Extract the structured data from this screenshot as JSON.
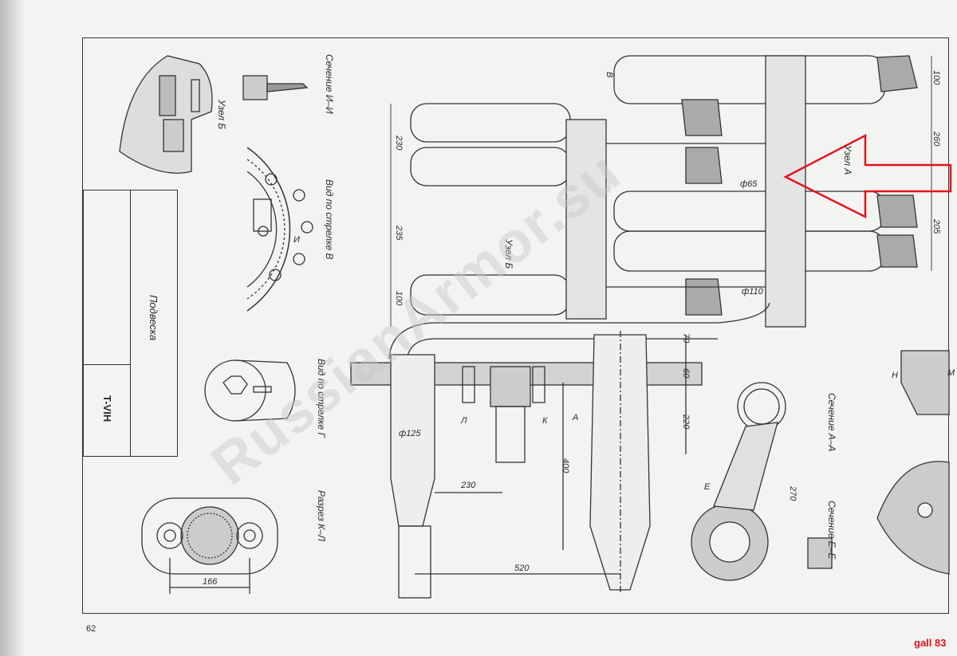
{
  "title_block": {
    "title": "Подвеска",
    "model": "T-VIH"
  },
  "views": {
    "section_i": "Сечение И–И",
    "node_b_top": "Узел Б",
    "view_arrow_v": "Вид по стрелке В",
    "view_arrow_g": "Вид по стрелке Г",
    "cut_k_l": "Разрез К–Л",
    "section_a": "Сечение А–А",
    "section_e": "Сечение Е–Е",
    "node_a": "Узел А",
    "node_b_mid": "Узел Б"
  },
  "dimensions": {
    "d166": "166",
    "d230": "230",
    "d520": "520",
    "phi125": "ф125",
    "d400": "400",
    "d70": "70",
    "d60": "60",
    "d220": "220",
    "phi65": "ф65",
    "phi110": "ф110",
    "d231": "230",
    "d235": "235",
    "d100_left": "100",
    "d100_right": "100",
    "d260": "260",
    "d205": "205",
    "d270": "270"
  },
  "markers": {
    "b": "В",
    "a": "А",
    "k": "К",
    "l": "Л",
    "e": "Е",
    "i": "И",
    "h": "Н",
    "m": "М"
  },
  "watermark": "RussianArmor.su",
  "page_number": "62",
  "gallery_label": "gall 83",
  "colors": {
    "highlight_arrow": "#e0141e",
    "ink": "#2a2a2a",
    "paper": "#f3f3f1"
  }
}
